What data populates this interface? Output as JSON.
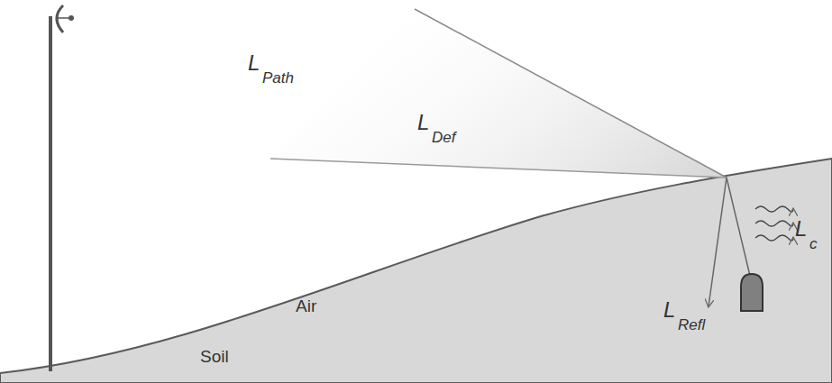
{
  "diagram": {
    "labels": [
      "L",
      "Path",
      "L",
      "Def",
      "L",
      "c",
      "L",
      "Refl",
      "Air",
      "Soil"
    ]
  }
}
